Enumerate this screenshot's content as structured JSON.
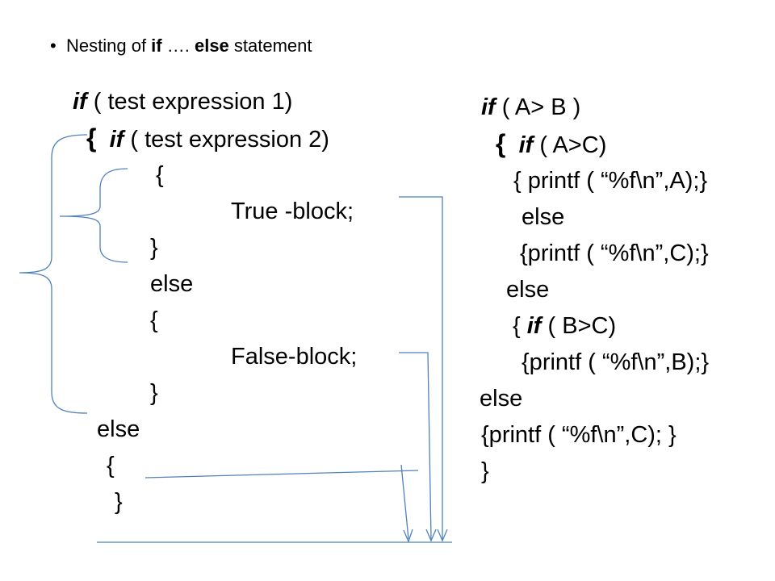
{
  "bullet": {
    "prefix": "Nesting of ",
    "kw_if": "if",
    "mid": " …. ",
    "kw_else": "else",
    "suffix": " statement"
  },
  "left_code": {
    "l1_kw": "if",
    "l1_rest": " ( test expression 1)",
    "l2_brace": "{",
    "l2_kw": "if",
    "l2_rest": " ( test expression 2)",
    "l3": "{",
    "l4": "True -block;",
    "l5": "}",
    "l6": "else",
    "l7": "{",
    "l8": "False-block;",
    "l9": "}",
    "l10": "else",
    "l11": "{",
    "l12": "}"
  },
  "right_code": {
    "r1_kw": "if",
    "r1_rest": " (  A> B )",
    "r2_brace": "{",
    "r2_kw": "if",
    "r2_rest": " ( A>C)",
    "r3": "{ printf ( “%f\\n”,A);}",
    "r4": "else",
    "r5": "{printf ( “%f\\n”,C);}",
    "r6": "else",
    "r7_pre": "{ ",
    "r7_kw": "if",
    "r7_rest": " ( B>C)",
    "r8": "{printf ( “%f\\n”,B);}",
    "r9": "else",
    "r10": "{printf ( “%f\\n”,C); }",
    "r11": "}"
  },
  "colors": {
    "connector": "#4f81bd",
    "text": "#000000",
    "background": "#ffffff"
  }
}
